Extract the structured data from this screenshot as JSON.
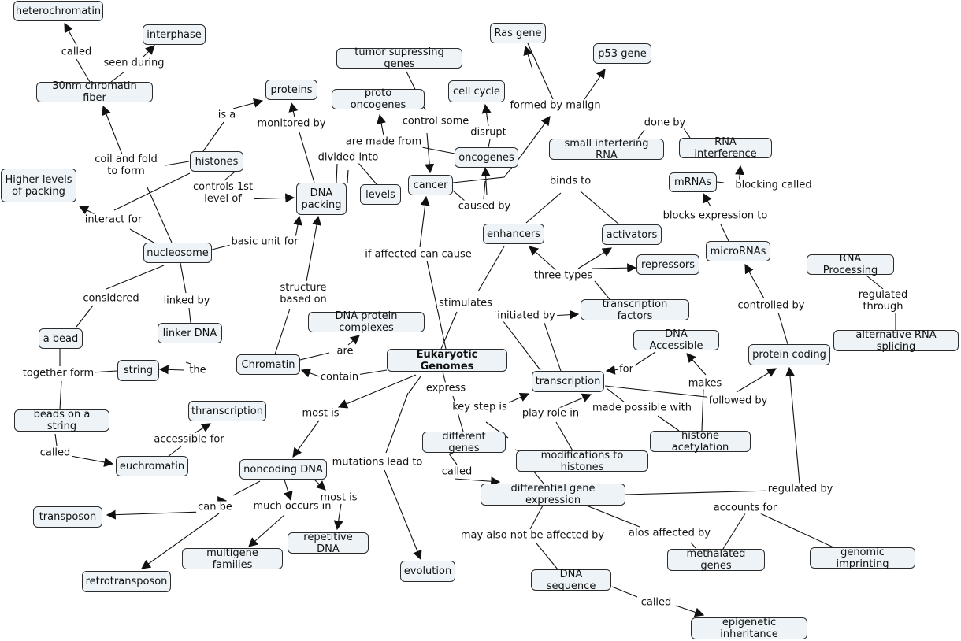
{
  "nodes": {
    "heterochromatin": "heterochromatin",
    "interphase": "interphase",
    "fiber30nm": "30nm chromatin fiber",
    "proteins": "proteins",
    "tumor": "tumor supressing genes",
    "proto": "proto oncogenes",
    "cellcycle": "cell cycle",
    "ras": "Ras gene",
    "p53": "p53 gene",
    "histones": "histones",
    "higher": "Higher levels\nof packing",
    "dnapacking": "DNA\npacking",
    "levels": "levels",
    "cancer": "cancer",
    "oncogenes": "oncogenes",
    "sirna": "small interfering RNA",
    "rnai": "RNA interference",
    "mrnas": "mRNAs",
    "enhancers": "enhancers",
    "activators": "activators",
    "nucleosome": "nucleosome",
    "repressors": "repressors",
    "micrornas": "microRNAs",
    "rnaprocessing": "RNA Processing",
    "tfactors": "transcription factors",
    "dnaprotein": "DNA protein complexes",
    "abead": "a bead",
    "linker": "linker DNA",
    "dnaaccessible": "DNA Accessible",
    "altsplicing": "alternative RNA splicing",
    "chromatin": "Chromatin",
    "eukaryotic": "Eukaryotic Genomes",
    "string": "string",
    "proteincoding": "protein coding",
    "transcription": "transcription",
    "thranscription": "thranscription",
    "beads": "beads on a string",
    "diffgenes": "different genes",
    "histacet": "histone acetylation",
    "euchromatin": "euchromatin",
    "noncoding": "noncoding DNA",
    "modhist": "modifications to histones",
    "transposon": "transposon",
    "diffexpr": "differential gene expression",
    "repetitive": "repetitive DNA",
    "multigene": "multigene families",
    "imprinting": "genomic imprinting",
    "methalated": "methalated genes",
    "evolution": "evolution",
    "retro": "retrotransposon",
    "dnaseq": "DNA sequence",
    "epigenetic": "epigenetic inheritance"
  },
  "links": {
    "called1": "called",
    "seen_during": "seen during",
    "coil_fold": "coil and fold\nto form",
    "is_a": "is a",
    "monitored_by": "monitored by",
    "control_some": "control some",
    "disrupt": "disrupt",
    "formed_by": "formed by malign",
    "done_by": "done by",
    "are_made_from": "are made from",
    "divided_into": "divided into",
    "controls_1st": "controls 1st\nlevel of",
    "binds_to": "binds to",
    "blocking_called": "blocking called",
    "caused_by": "caused by",
    "interact_for": "interact for",
    "blocks_expr": "blocks expression to",
    "basic_unit": "basic unit for",
    "if_affected": "if affected can cause",
    "three_types": "three types",
    "considered": "considered",
    "linked_by": "linked by",
    "structure_based": "structure\nbased on",
    "stimulates": "stimulates",
    "controlled_by": "controlled by",
    "regulated_through": "regulated through",
    "initiated_by": "initiated by",
    "are": "are",
    "for": "for",
    "makes": "makes",
    "together_form": "together form",
    "the": "the",
    "contain": "contain",
    "express": "express",
    "followed_by": "followed by",
    "key_step": "key step is",
    "most_is1": "most is",
    "play_role": "play role in",
    "made_possible": "made possible with",
    "accessible_for": "accessible for",
    "called2": "called",
    "mutations_lead": "mutations lead to",
    "called3": "called",
    "can_be": "can be",
    "much_occurs": "much occurs in",
    "most_is2": "most is",
    "regulated_by": "regulated by",
    "accounts_for": "accounts for",
    "alos_affected": "alos affected by",
    "may_also": "may also not be affected by",
    "called4": "called"
  },
  "colors": {
    "node_fill": "#edf3f6",
    "node_border": "#2b2b2b",
    "line": "#111111"
  }
}
